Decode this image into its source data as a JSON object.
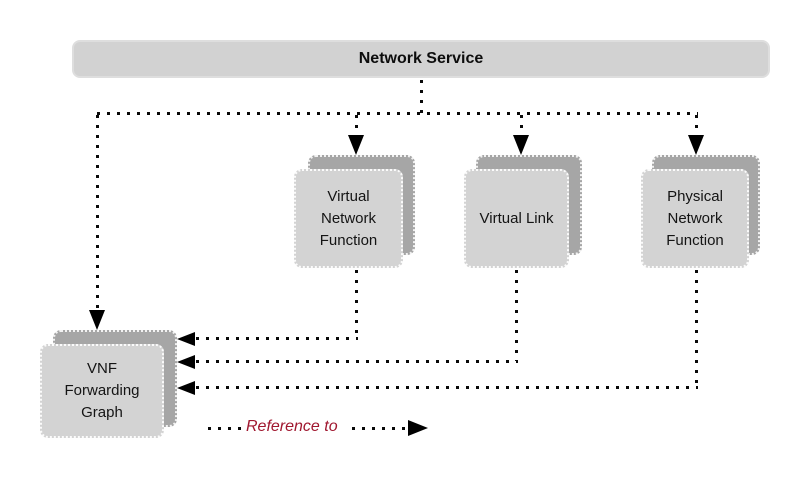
{
  "diagram": {
    "type": "architecture-diagram",
    "title_node": {
      "label": "Network Service"
    },
    "nodes": [
      {
        "id": "virtual-network-function",
        "label": "Virtual Network Function",
        "stacked": true
      },
      {
        "id": "virtual-link",
        "label": "Virtual Link",
        "stacked": true
      },
      {
        "id": "physical-network-function",
        "label": "Physical Network Function",
        "stacked": true
      },
      {
        "id": "vnf-forwarding-graph",
        "label": "VNF Forwarding Graph",
        "stacked": true
      }
    ],
    "edges": [
      {
        "from": "network-service",
        "to": "virtual-network-function",
        "type": "reference",
        "style": "dotted"
      },
      {
        "from": "network-service",
        "to": "virtual-link",
        "type": "reference",
        "style": "dotted"
      },
      {
        "from": "network-service",
        "to": "physical-network-function",
        "type": "reference",
        "style": "dotted"
      },
      {
        "from": "network-service",
        "to": "vnf-forwarding-graph",
        "type": "reference",
        "style": "dotted"
      },
      {
        "from": "virtual-network-function",
        "to": "vnf-forwarding-graph",
        "type": "reference",
        "style": "dotted"
      },
      {
        "from": "virtual-link",
        "to": "vnf-forwarding-graph",
        "type": "reference",
        "style": "dotted"
      },
      {
        "from": "physical-network-function",
        "to": "vnf-forwarding-graph",
        "type": "reference",
        "style": "dotted"
      }
    ],
    "legend": {
      "label": "Reference to",
      "style": "dotted-arrow"
    },
    "colors": {
      "node_fill": "#d3d3d3",
      "node_shadow": "#a6a6a6",
      "bar_fill": "#d2d2d2",
      "line": "#0a0a0a",
      "legend_text": "#a0172f",
      "text": "#141414",
      "background": "#ffffff"
    }
  }
}
